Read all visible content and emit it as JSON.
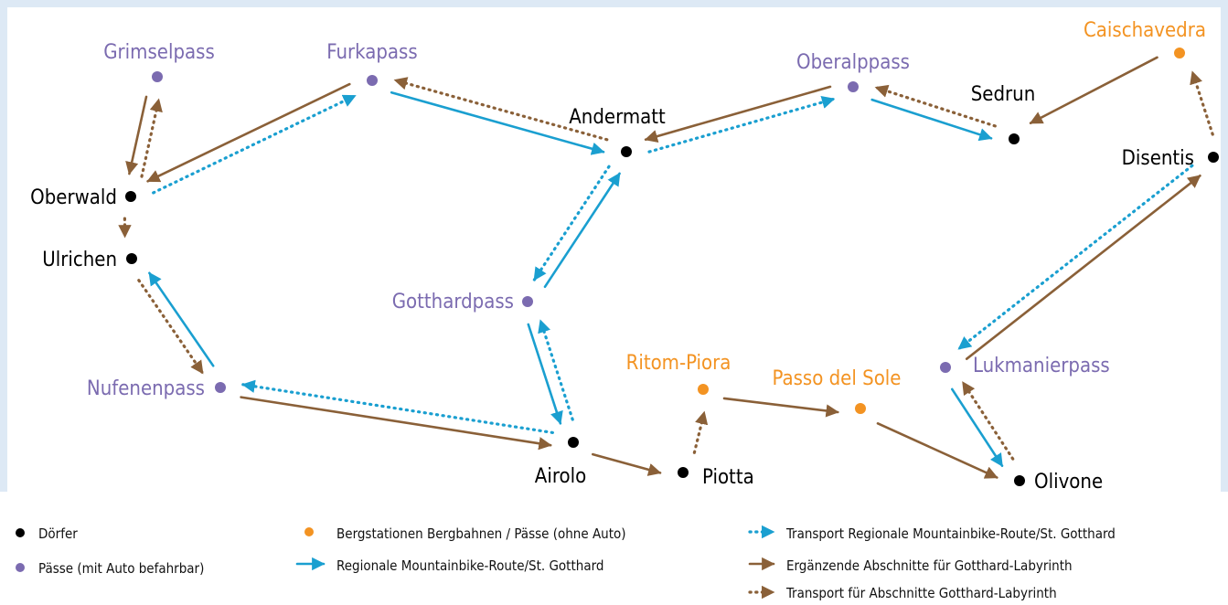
{
  "colors": {
    "background": "#dde9f5",
    "panel": "#ffffff",
    "village": "#000000",
    "pass": "#7b6bb0",
    "mountain_station": "#f39322",
    "regional_route": "#1a9fd0",
    "labyrinth": "#8a6038"
  },
  "nodes": {
    "grimselpass": {
      "label": "Grimselpass",
      "kind": "pass"
    },
    "furkapass": {
      "label": "Furkapass",
      "kind": "pass"
    },
    "andermatt": {
      "label": "Andermatt",
      "kind": "village"
    },
    "oberalppass": {
      "label": "Oberalppass",
      "kind": "pass"
    },
    "sedrun": {
      "label": "Sedrun",
      "kind": "village"
    },
    "caischavedra": {
      "label": "Caischavedra",
      "kind": "station"
    },
    "disentis": {
      "label": "Disentis",
      "kind": "village"
    },
    "oberwald": {
      "label": "Oberwald",
      "kind": "village"
    },
    "ulrichen": {
      "label": "Ulrichen",
      "kind": "village"
    },
    "gotthardpass": {
      "label": "Gotthardpass",
      "kind": "pass"
    },
    "nufenenpass": {
      "label": "Nufenenpass",
      "kind": "pass"
    },
    "ritom_piora": {
      "label": "Ritom-Piora",
      "kind": "station"
    },
    "passo_del_sole": {
      "label": "Passo del Sole",
      "kind": "station"
    },
    "lukmanierpass": {
      "label": "Lukmanierpass",
      "kind": "pass"
    },
    "airolo": {
      "label": "Airolo",
      "kind": "village"
    },
    "piotta": {
      "label": "Piotta",
      "kind": "village"
    },
    "olivone": {
      "label": "Olivone",
      "kind": "village"
    }
  },
  "edges": [
    {
      "from": "oberwald",
      "to": "furkapass",
      "type": "transport_regional"
    },
    {
      "from": "furkapass",
      "to": "oberwald",
      "type": "labyrinth"
    },
    {
      "from": "furkapass",
      "to": "andermatt",
      "type": "regional"
    },
    {
      "from": "andermatt",
      "to": "furkapass",
      "type": "transport_labyrinth"
    },
    {
      "from": "andermatt",
      "to": "oberalppass",
      "type": "transport_regional"
    },
    {
      "from": "oberalppass",
      "to": "andermatt",
      "type": "labyrinth"
    },
    {
      "from": "oberalppass",
      "to": "sedrun",
      "type": "regional"
    },
    {
      "from": "sedrun",
      "to": "oberalppass",
      "type": "transport_labyrinth"
    },
    {
      "from": "caischavedra",
      "to": "sedrun",
      "type": "labyrinth"
    },
    {
      "from": "disentis",
      "to": "caischavedra",
      "type": "transport_labyrinth"
    },
    {
      "from": "grimselpass",
      "to": "oberwald",
      "type": "labyrinth"
    },
    {
      "from": "oberwald",
      "to": "grimselpass",
      "type": "transport_labyrinth"
    },
    {
      "from": "oberwald",
      "to": "ulrichen",
      "type": "transport_labyrinth"
    },
    {
      "from": "ulrichen",
      "to": "nufenenpass",
      "type": "transport_labyrinth"
    },
    {
      "from": "nufenenpass",
      "to": "ulrichen",
      "type": "regional"
    },
    {
      "from": "nufenenpass",
      "to": "airolo",
      "type": "labyrinth"
    },
    {
      "from": "airolo",
      "to": "nufenenpass",
      "type": "transport_regional"
    },
    {
      "from": "gotthardpass",
      "to": "andermatt",
      "type": "regional"
    },
    {
      "from": "andermatt",
      "to": "gotthardpass",
      "type": "transport_regional"
    },
    {
      "from": "gotthardpass",
      "to": "airolo",
      "type": "regional"
    },
    {
      "from": "airolo",
      "to": "gotthardpass",
      "type": "transport_regional"
    },
    {
      "from": "airolo",
      "to": "piotta",
      "type": "labyrinth"
    },
    {
      "from": "piotta",
      "to": "ritom_piora",
      "type": "transport_labyrinth"
    },
    {
      "from": "ritom_piora",
      "to": "passo_del_sole",
      "type": "labyrinth"
    },
    {
      "from": "passo_del_sole",
      "to": "olivone",
      "type": "labyrinth"
    },
    {
      "from": "disentis",
      "to": "lukmanierpass",
      "type": "transport_regional"
    },
    {
      "from": "lukmanierpass",
      "to": "disentis",
      "type": "labyrinth"
    },
    {
      "from": "lukmanierpass",
      "to": "olivone",
      "type": "regional"
    },
    {
      "from": "olivone",
      "to": "lukmanierpass",
      "type": "transport_labyrinth"
    }
  ],
  "legend": {
    "villages": "Dörfer",
    "passes": "Pässe (mit Auto befahrbar)",
    "stations": "Bergstationen Bergbahnen /  Pässe (ohne Auto)",
    "regional": "Regionale Mountainbike-Route/St. Gotthard",
    "transport_regional": "Transport Regionale Mountainbike-Route/St. Gotthard",
    "labyrinth": "Ergänzende Abschnitte für Gotthard-Labyrinth",
    "transport_labyrinth": "Transport für Abschnitte Gotthard-Labyrinth"
  }
}
